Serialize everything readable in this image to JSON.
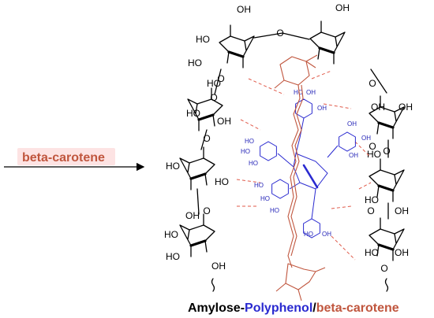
{
  "arrow_label": "beta-carotene",
  "hydroxyl_label": "HO",
  "hydroxyl_label_right": "OH",
  "ring_oxygen_label": "O",
  "polyphenol_hydroxyl": "HO",
  "polyphenol_hydroxyl_right": "OH",
  "caption": {
    "amylose": "Amylose",
    "dash": "-",
    "polyphenol": "Polyphenol",
    "slash": "/",
    "carotene": "beta-carotene"
  },
  "colors": {
    "amylose": "#000000",
    "polyphenol": "#2a2ad0",
    "carotene": "#c0563e",
    "hydrogen_bond": "#e05a4a",
    "label_highlight": "#fde3e3"
  }
}
